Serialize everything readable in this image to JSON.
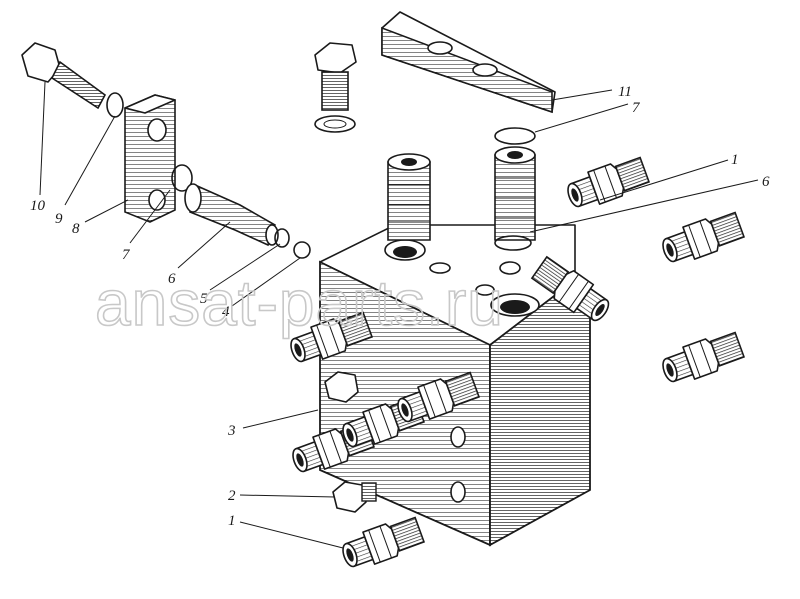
{
  "watermark": "ansat-parts.ru",
  "callouts": {
    "c1a": "1",
    "c1b": "1",
    "c2": "2",
    "c3": "3",
    "c4": "4",
    "c5": "5",
    "c6a": "6",
    "c6b": "6",
    "c7a": "7",
    "c7b": "7",
    "c8": "8",
    "c9": "9",
    "c10": "10",
    "c11": "11"
  }
}
